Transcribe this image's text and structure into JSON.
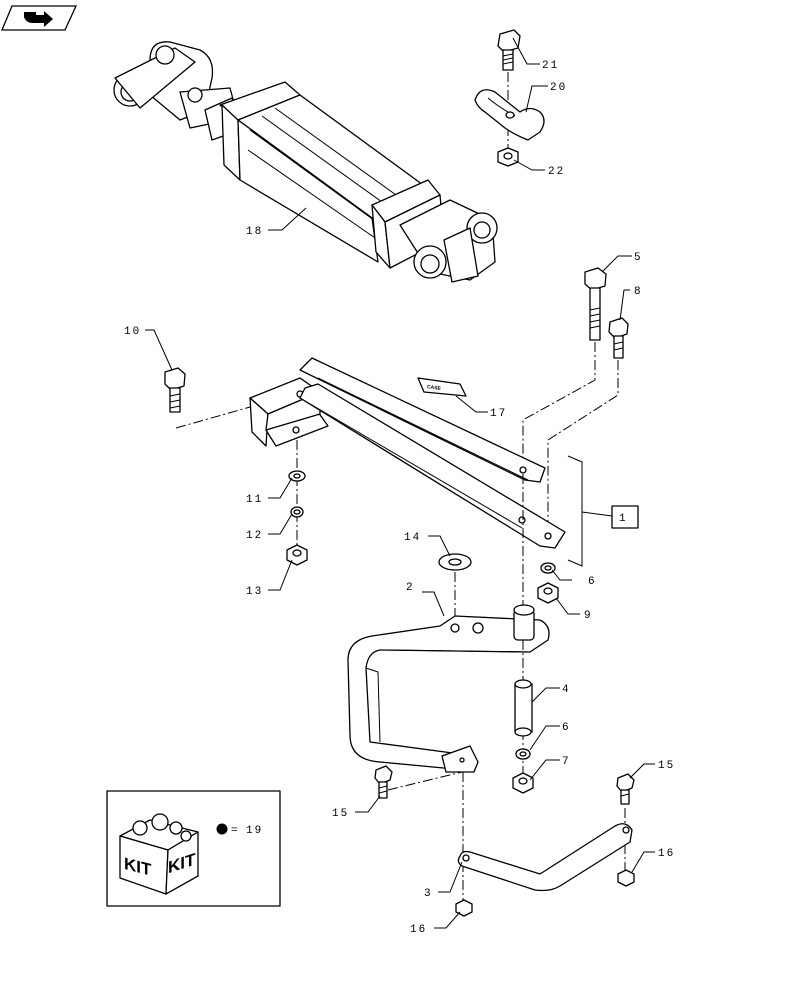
{
  "icons": {
    "top_left": "back-arrow-icon"
  },
  "decal": {
    "text": "CASE"
  },
  "callouts": [
    {
      "id": "c1",
      "text": "1"
    },
    {
      "id": "c2",
      "text": "2"
    },
    {
      "id": "c3",
      "text": "3"
    },
    {
      "id": "c4",
      "text": "4"
    },
    {
      "id": "c5",
      "text": "5"
    },
    {
      "id": "c6a",
      "text": "6"
    },
    {
      "id": "c6b",
      "text": "6"
    },
    {
      "id": "c7",
      "text": "7"
    },
    {
      "id": "c8",
      "text": "8"
    },
    {
      "id": "c9",
      "text": "9"
    },
    {
      "id": "c10",
      "text": "10"
    },
    {
      "id": "c11",
      "text": "11"
    },
    {
      "id": "c12",
      "text": "12"
    },
    {
      "id": "c13",
      "text": "13"
    },
    {
      "id": "c14",
      "text": "14"
    },
    {
      "id": "c15a",
      "text": "15"
    },
    {
      "id": "c15b",
      "text": "15"
    },
    {
      "id": "c16a",
      "text": "16"
    },
    {
      "id": "c16b",
      "text": "16"
    },
    {
      "id": "c17",
      "text": "17"
    },
    {
      "id": "c18",
      "text": "18"
    },
    {
      "id": "c20",
      "text": "20"
    },
    {
      "id": "c21",
      "text": "21"
    },
    {
      "id": "c22",
      "text": "22"
    }
  ],
  "kit_legend": {
    "box_text_left": "KIT",
    "box_text_right": "KIT",
    "equals": "=",
    "ref": "19"
  }
}
